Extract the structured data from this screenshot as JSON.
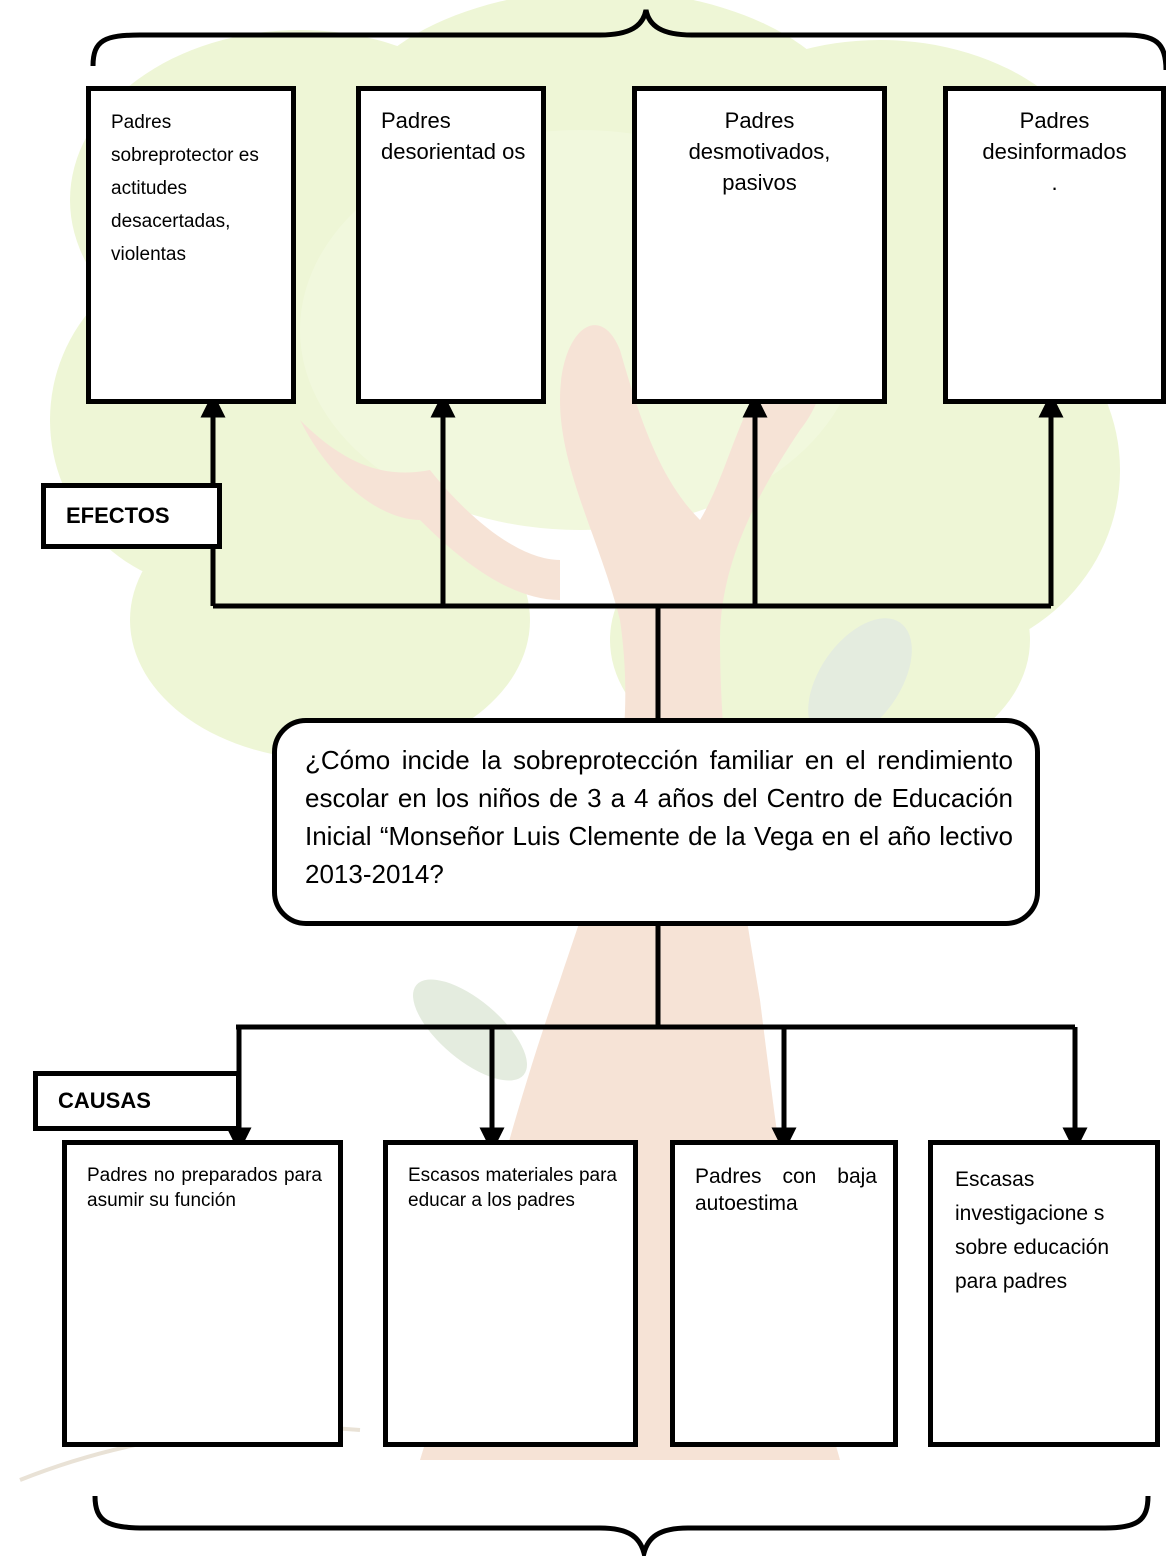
{
  "labels": {
    "effects": "EFECTOS",
    "causes": "CAUSAS"
  },
  "problem": "¿Cómo incide la sobreprotección familiar en el rendimiento escolar en los niños de 3 a 4 años del Centro de Educación Inicial “Monseñor Luis Clemente de la Vega en el año lectivo 2013-2014?",
  "effects": [
    "Padres sobreprotector es actitudes desacertadas, violentas",
    "Padres desorientad os",
    "Padres desmotivados, pasivos",
    "Padres desinformados ."
  ],
  "causes": [
    "Padres no preparados para asumir su función",
    "Escasos materiales para educar a los padres",
    "Padres con baja autoestima",
    "Escasas investigacione s sobre educación para padres"
  ],
  "colors": {
    "foliage": "#e7f2c8",
    "trunk": "#f4dccb",
    "leaf": "#dde8d8",
    "line": "#000000"
  }
}
